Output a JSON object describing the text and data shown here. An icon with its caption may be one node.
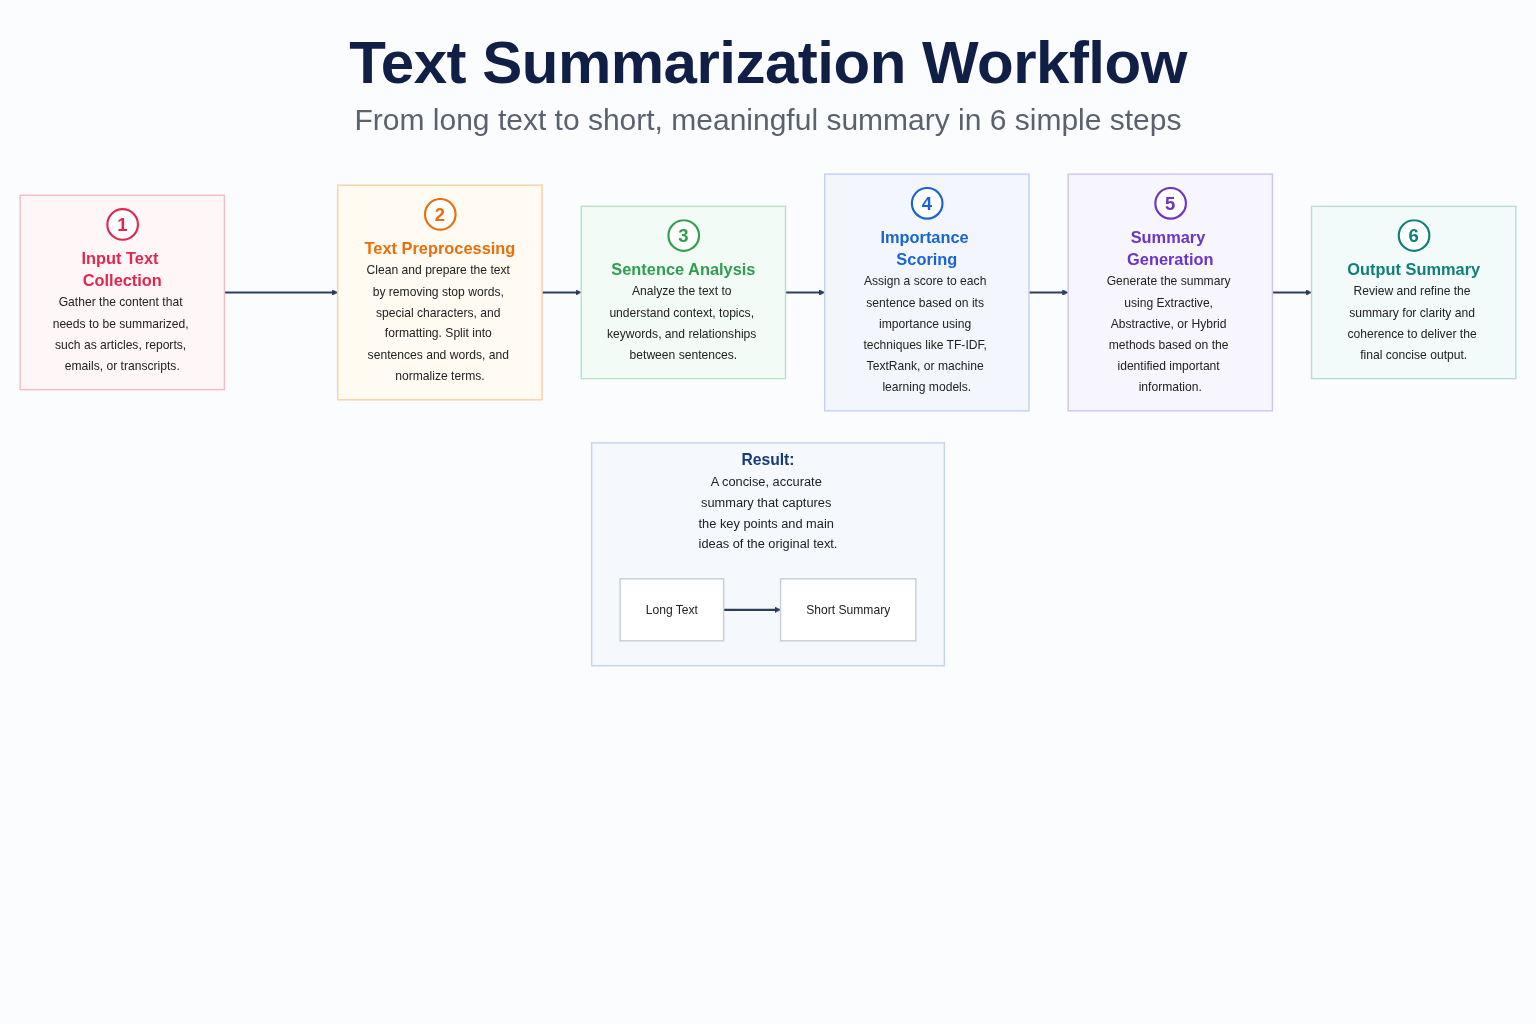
{
  "diagram": {
    "title": "Text Summarization Workflow",
    "nodes": [
      {
        "text": [
          "1",
          "Input Text Collection",
          "Gather the content that needs to be summarized, such as articles, reports, emails, or transcripts."
        ]
      },
      {
        "text": [
          "2",
          "Text Preprocessing",
          "Clean and prepare the text by removing stop words, special characters, and formatting. Split into sentences and words, and normalize terms."
        ]
      },
      {
        "text": [
          "3",
          "Sentence Analysis",
          "Analyze the text to understand context, topics, keywords, and relationships between sentences."
        ]
      },
      {
        "text": [
          "4",
          "Importance Scoring",
          "Assign a score to each sentence based on its importance using techniques like TF-IDF, TextRank, or machine learning models."
        ]
      },
      {
        "text": [
          "5",
          "Summary Generation",
          "Generate the summary using Extractive, Abstractive, or Hybrid methods based on the identified important information."
        ]
      },
      {
        "text": [
          "6",
          "Output Summary",
          "Review and refine the summary for clarity and coherence to deliver the final concise output."
        ]
      },
      {
        "text": [
          "Result:",
          "A concise, accurate summary that captures the key points and main ideas of the original text."
        ]
      },
      {
        "text": [
          "Long Text"
        ],
        "in": 6
      },
      {
        "text": [
          "Short Summary"
        ],
        "in": 6
      }
    ],
    "edges": [
      {
        "from": 0,
        "to": 1,
        "arrow": "to"
      },
      {
        "from": 1,
        "to": 2,
        "arrow": "to"
      },
      {
        "from": 2,
        "to": 3,
        "arrow": "to"
      },
      {
        "from": 3,
        "to": 4,
        "arrow": "to"
      },
      {
        "from": 4,
        "to": 5,
        "arrow": "to"
      },
      {
        "from": 7,
        "to": 8,
        "arrow": "to"
      }
    ],
    "labels": [
      "From long text to short, meaningful summary in 6 simple steps"
    ]
  }
}
